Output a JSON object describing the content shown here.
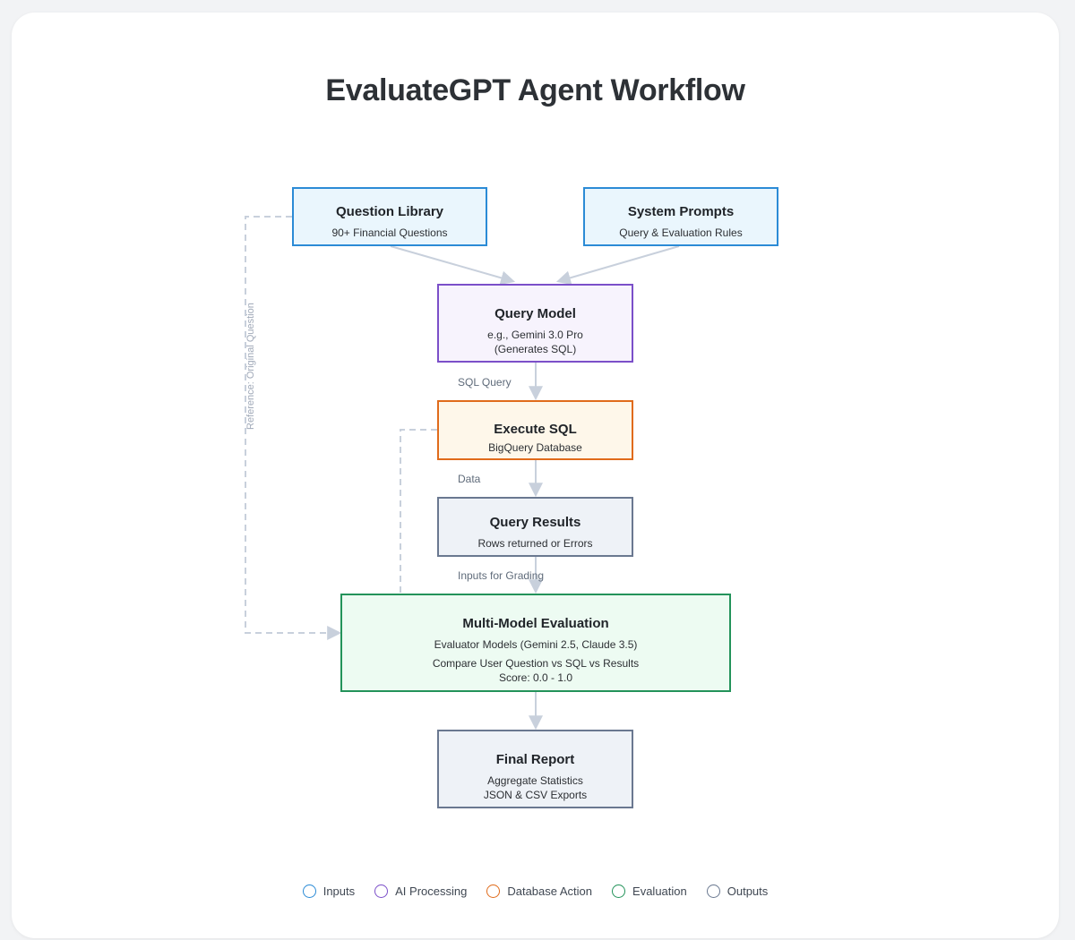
{
  "title": "EvaluateGPT Agent Workflow",
  "colors": {
    "inputs": "#2b8bd6",
    "ai_processing": "#7b4fc9",
    "database_action": "#e06b1b",
    "evaluation": "#23935a",
    "outputs": "#6a7890",
    "edge": "#c8d0dc"
  },
  "nodes": {
    "question_library": {
      "title": "Question Library",
      "sub": "90+ Financial Questions"
    },
    "system_prompts": {
      "title": "System Prompts",
      "sub": "Query & Evaluation Rules"
    },
    "query_model": {
      "title": "Query Model",
      "sub1": "e.g., Gemini 3.0 Pro",
      "sub2": "(Generates SQL)"
    },
    "execute_sql": {
      "title": "Execute SQL",
      "sub": "BigQuery Database"
    },
    "query_results": {
      "title": "Query Results",
      "sub": "Rows returned or Errors"
    },
    "multi_model_evaluation": {
      "title": "Multi-Model Evaluation",
      "sub1": "Evaluator Models (Gemini 2.5, Claude 3.5)",
      "sub2": "Compare User Question vs SQL vs Results",
      "sub3": "Score: 0.0 - 1.0"
    },
    "final_report": {
      "title": "Final Report",
      "sub1": "Aggregate Statistics",
      "sub2": "JSON & CSV Exports"
    }
  },
  "edge_labels": {
    "sql_query": "SQL Query",
    "data": "Data",
    "inputs_for_grading": "Inputs for Grading",
    "reference": "Reference: Original Question"
  },
  "legend": [
    {
      "label": "Inputs",
      "color": "#2b8bd6"
    },
    {
      "label": "AI Processing",
      "color": "#7b4fc9"
    },
    {
      "label": "Database Action",
      "color": "#e06b1b"
    },
    {
      "label": "Evaluation",
      "color": "#23935a"
    },
    {
      "label": "Outputs",
      "color": "#6a7890"
    }
  ]
}
